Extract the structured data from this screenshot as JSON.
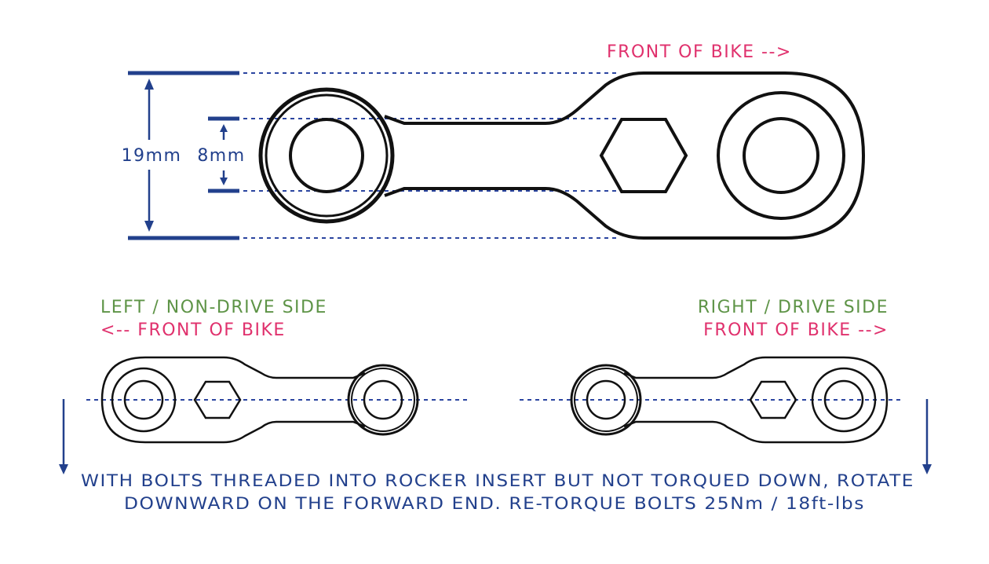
{
  "top": {
    "direction_label": "FRONT OF BIKE -->",
    "dimension_outer": "19mm",
    "dimension_inner": "8mm"
  },
  "left_view": {
    "side_label": "LEFT / NON-DRIVE SIDE",
    "direction_label": "<-- FRONT OF BIKE"
  },
  "right_view": {
    "side_label": "RIGHT / DRIVE SIDE",
    "direction_label": "FRONT OF BIKE -->"
  },
  "instructions": {
    "line1": "WITH BOLTS THREADED INTO ROCKER INSERT BUT NOT TORQUED DOWN, ROTATE",
    "line2": "DOWNWARD ON THE FORWARD END. RE-TORQUE BOLTS 25Nm / 18ft-lbs"
  },
  "colors": {
    "label_pink": "#e0316d",
    "label_green": "#5e9447",
    "dimension_blue": "#22408c",
    "outline": "#111111"
  }
}
